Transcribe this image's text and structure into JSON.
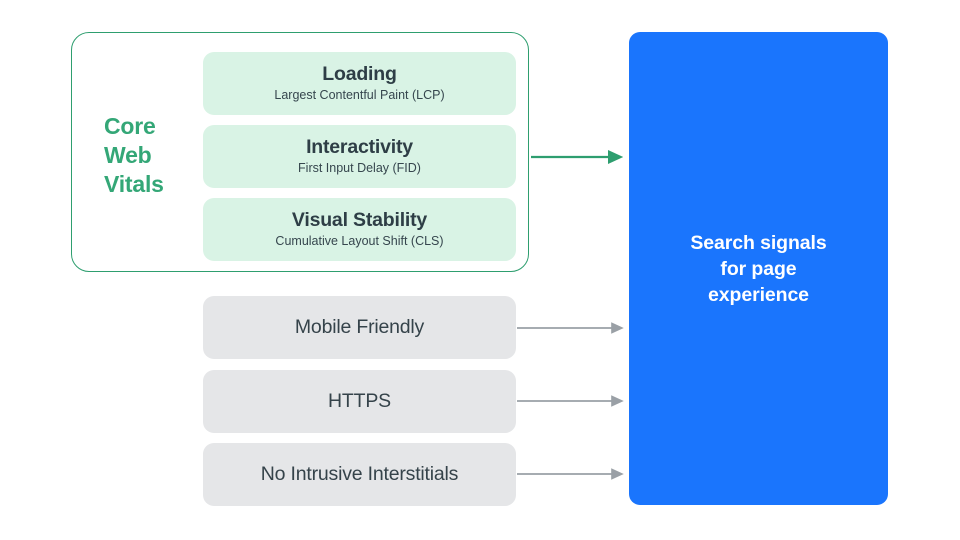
{
  "diagram": {
    "title_group": {
      "label_lines": [
        "Core",
        "Web",
        "Vitals"
      ],
      "accent_color": "#34a777",
      "border_color": "#2e9e6f"
    },
    "metrics": [
      {
        "title": "Loading",
        "subtitle": "Largest Contentful Paint (LCP)",
        "fill_color": "#d9f3e5"
      },
      {
        "title": "Interactivity",
        "subtitle": "First Input Delay (FID)",
        "fill_color": "#d9f3e5"
      },
      {
        "title": "Visual Stability",
        "subtitle": "Cumulative Layout Shift (CLS)",
        "fill_color": "#d9f3e5"
      }
    ],
    "other_signals": [
      {
        "label": "Mobile Friendly",
        "fill_color": "#e5e6e8"
      },
      {
        "label": "HTTPS",
        "fill_color": "#e5e6e8"
      },
      {
        "label": "No Intrusive Interstitials",
        "fill_color": "#e5e6e8"
      }
    ],
    "destination": {
      "lines": [
        "Search signals",
        "for page",
        "experience"
      ],
      "fill_color": "#1a75fd",
      "text_color": "#ffffff"
    },
    "arrows": [
      {
        "name": "core-web-vitals-arrow",
        "color": "#2e9e6f"
      },
      {
        "name": "mobile-friendly-arrow",
        "color": "#9aa0a6"
      },
      {
        "name": "https-arrow",
        "color": "#9aa0a6"
      },
      {
        "name": "no-intrusive-interstitials-arrow",
        "color": "#9aa0a6"
      }
    ]
  }
}
